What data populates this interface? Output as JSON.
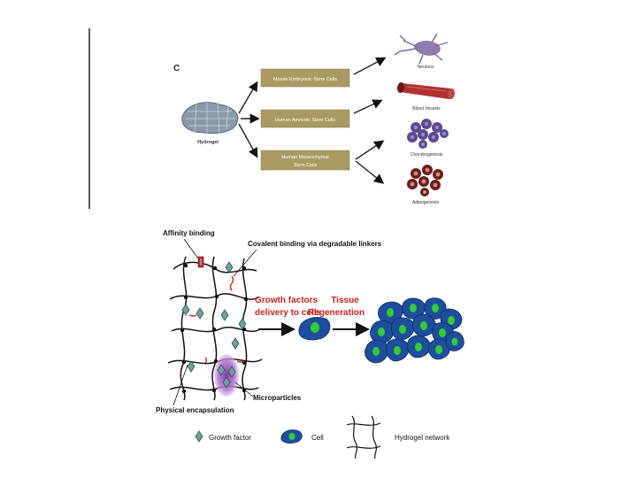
{
  "panel_c": {
    "label": "C",
    "source": "Hydrogel",
    "stem_cells": [
      {
        "label": "Mouse Embryonic Stem Cells"
      },
      {
        "label": "Human Amniotic Stem Cells"
      },
      {
        "label_line1": "Human Mesenchymal",
        "label_line2": "Stem Cells"
      }
    ],
    "outcomes": [
      "Neurons",
      "Blood Vessels",
      "Chondrogenesis",
      "Adipogenesis"
    ]
  },
  "panel_bottom": {
    "labels": {
      "affinity": "Affinity binding",
      "covalent": "Covalent binding via degradable linkers",
      "encapsulation": "Physical encapsulation",
      "microparticles": "Microparticles"
    },
    "step1_line1": "Growth factors",
    "step1_line2": "delivery to cells",
    "step2_line1": "Tissue",
    "step2_line2": "Regeneration",
    "legend": {
      "growth_factor": "Growth factor",
      "cell": "Cell",
      "hydrogel": "Hydrogel network"
    }
  },
  "colors": {
    "box_fill": "#a89a62",
    "box_text": "#ffffff",
    "accent_red": "#cc2222",
    "cell_blue": "#1d4e9e",
    "nucleus_green": "#33cc33",
    "gf_teal": "#6f9f9c",
    "microparticle": "#a45dc0"
  }
}
